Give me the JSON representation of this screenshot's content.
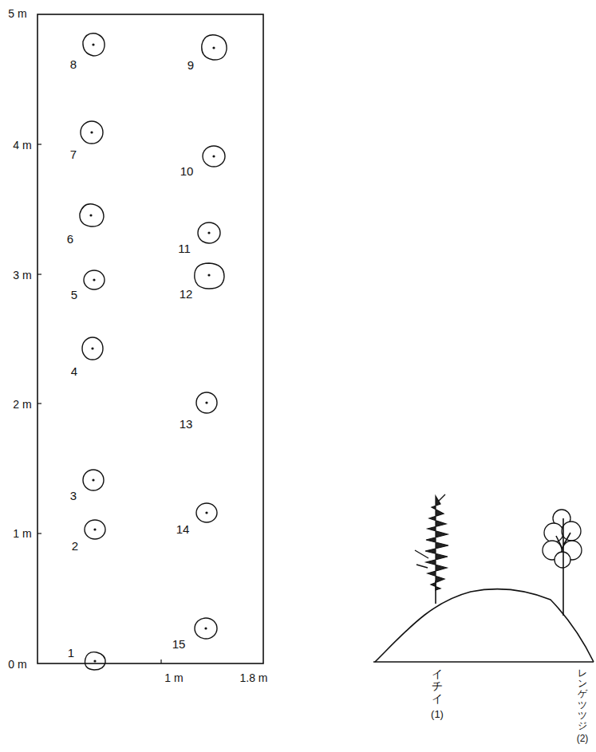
{
  "diagram": {
    "labels": [
      "5 m",
      "4 m",
      "3 m",
      "2 m",
      "1 m",
      "0 m",
      "1 m",
      "1.8 m",
      "1",
      "2",
      "3",
      "4",
      "5",
      "6",
      "7",
      "8",
      "9",
      "10",
      "11",
      "12",
      "13",
      "14",
      "15",
      "イチイ",
      "(1)",
      "レンゲツツジ",
      "(2)"
    ]
  }
}
